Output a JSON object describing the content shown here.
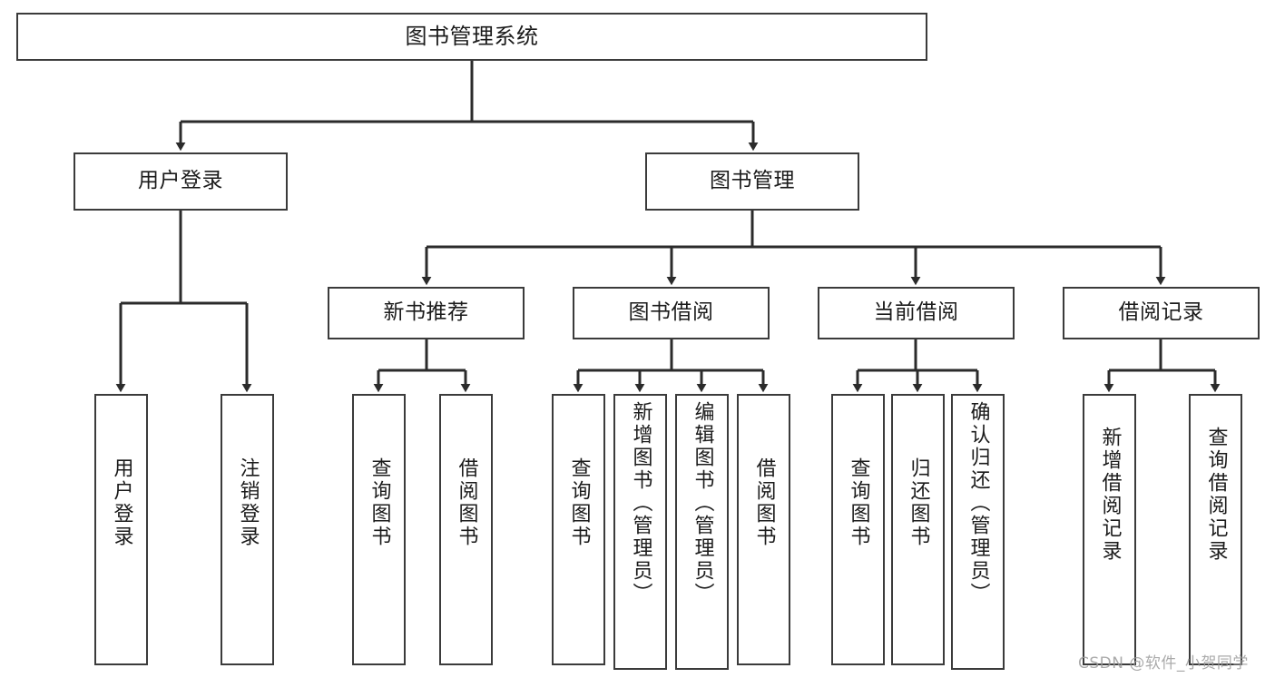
{
  "diagram": {
    "title": "图书管理系统",
    "watermark": "CSDN @软件_小贺同学",
    "colors": {
      "box_border": "#3b3b3b",
      "box_fill": "#ffffff",
      "line": "#2b2b2b",
      "text": "#1b1b1b",
      "watermark": "#9c9c9c",
      "background": "#ffffff"
    },
    "levels": {
      "root": {
        "label": "图书管理系统"
      },
      "level2": [
        {
          "label": "用户登录"
        },
        {
          "label": "图书管理"
        }
      ],
      "level3": [
        {
          "label": "新书推荐"
        },
        {
          "label": "图书借阅"
        },
        {
          "label": "当前借阅"
        },
        {
          "label": "借阅记录"
        }
      ],
      "leaves": {
        "user_login": [
          {
            "label": "用户登录"
          },
          {
            "label": "注销登录"
          }
        ],
        "new_book_recommend": [
          {
            "label": "查询图书"
          },
          {
            "label": "借阅图书"
          }
        ],
        "book_borrow": [
          {
            "label": "查询图书"
          },
          {
            "label": "新增图书（管理员）"
          },
          {
            "label": "编辑图书（管理员）"
          },
          {
            "label": "借阅图书"
          }
        ],
        "current_borrow": [
          {
            "label": "查询图书"
          },
          {
            "label": "归还图书"
          },
          {
            "label": "确认归还（管理员）"
          }
        ],
        "borrow_record": [
          {
            "label": "新增借阅记录"
          },
          {
            "label": "查询借阅记录"
          }
        ]
      }
    }
  }
}
